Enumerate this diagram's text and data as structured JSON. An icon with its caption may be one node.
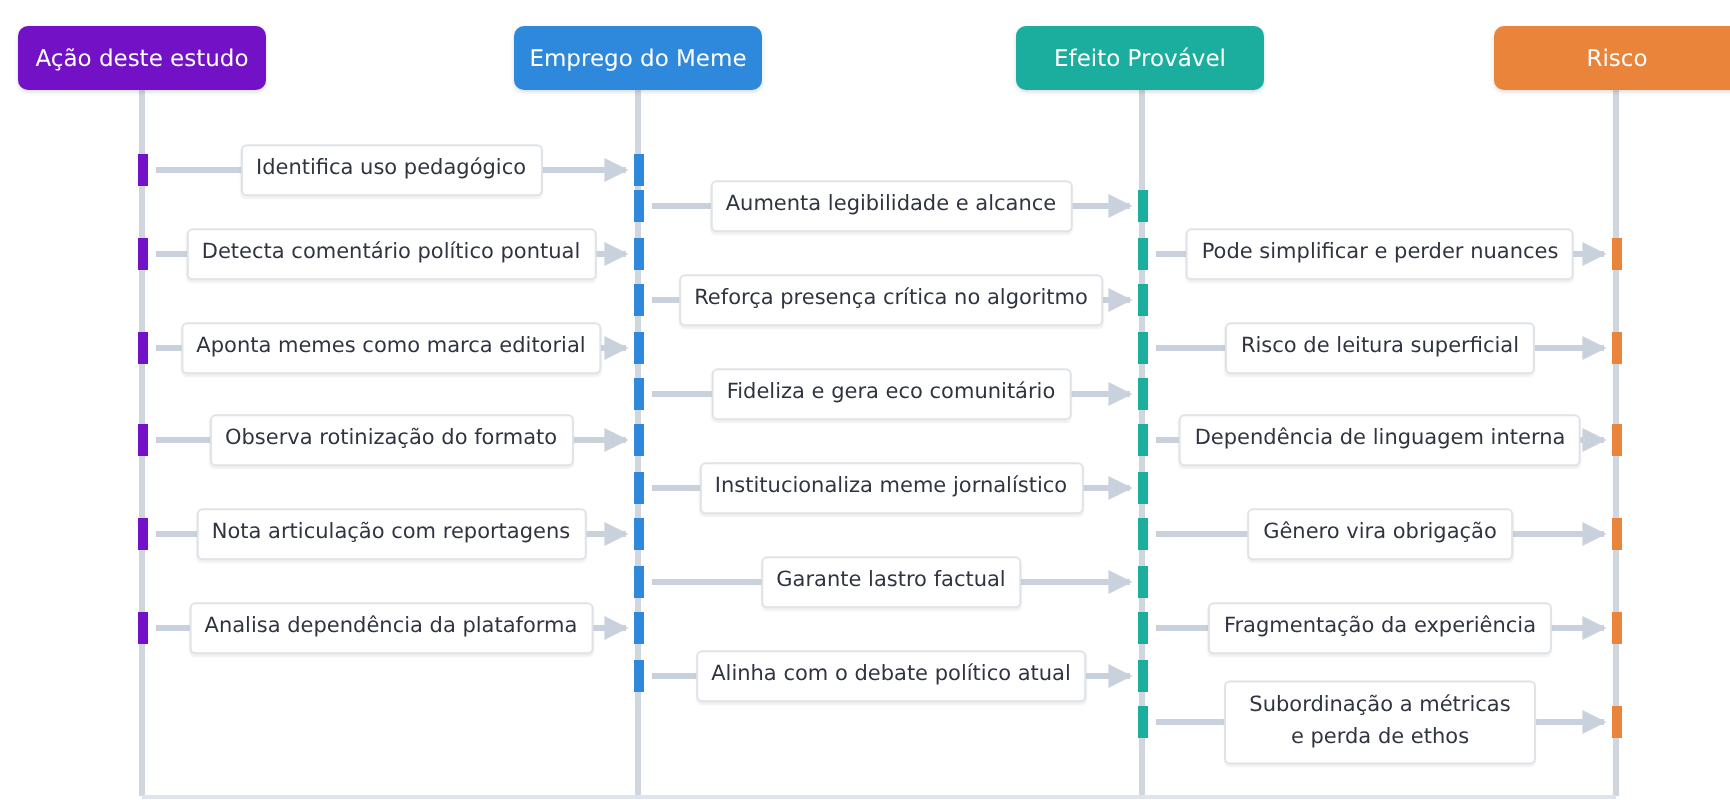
{
  "diagram": {
    "nodes": [
      {
        "text": [
          "Ação deste estudo"
        ]
      },
      {
        "text": [
          "Emprego do Meme"
        ]
      },
      {
        "text": [
          "Efeito Provável"
        ]
      },
      {
        "text": [
          "Risco"
        ]
      },
      {
        "text": [],
        "shape": "bar"
      },
      {
        "text": [],
        "shape": "bar"
      },
      {
        "text": [],
        "shape": "bar"
      },
      {
        "text": [],
        "shape": "bar"
      },
      {
        "text": [],
        "shape": "bar"
      },
      {
        "text": [],
        "shape": "bar"
      },
      {
        "text": [],
        "shape": "bar"
      },
      {
        "text": [],
        "shape": "bar"
      },
      {
        "text": [],
        "shape": "bar"
      },
      {
        "text": [],
        "shape": "bar"
      },
      {
        "text": [],
        "shape": "bar"
      },
      {
        "text": [],
        "shape": "bar"
      },
      {
        "text": [],
        "shape": "bar"
      },
      {
        "text": [],
        "shape": "bar"
      },
      {
        "text": [],
        "shape": "bar"
      },
      {
        "text": [],
        "shape": "bar"
      },
      {
        "text": [],
        "shape": "bar"
      },
      {
        "text": [],
        "shape": "bar"
      },
      {
        "text": [],
        "shape": "bar"
      },
      {
        "text": [],
        "shape": "bar"
      },
      {
        "text": [],
        "shape": "bar"
      },
      {
        "text": [],
        "shape": "bar"
      },
      {
        "text": [],
        "shape": "bar"
      },
      {
        "text": [],
        "shape": "bar"
      },
      {
        "text": [],
        "shape": "bar"
      },
      {
        "text": [],
        "shape": "bar"
      },
      {
        "text": [],
        "shape": "bar"
      },
      {
        "text": [],
        "shape": "bar"
      },
      {
        "text": [],
        "shape": "bar"
      },
      {
        "text": [],
        "shape": "bar"
      },
      {
        "text": [],
        "shape": "bar"
      },
      {
        "text": [],
        "shape": "bar"
      },
      {
        "text": [],
        "shape": "bar"
      },
      {
        "text": [],
        "shape": "bar"
      },
      {
        "text": [],
        "shape": "bar"
      },
      {
        "text": [],
        "shape": "bar"
      }
    ],
    "edges": [
      {
        "from": 4,
        "to": 5,
        "arrow": "to",
        "label": "Identifica uso pedagógico"
      },
      {
        "from": 6,
        "to": 7,
        "arrow": "to",
        "label": "Aumenta legibilidade e alcance"
      },
      {
        "from": 8,
        "to": 9,
        "arrow": "to",
        "label": "Detecta comentário político pontual"
      },
      {
        "from": 10,
        "to": 11,
        "arrow": "to",
        "label": "Pode simplificar e perder nuances"
      },
      {
        "from": 12,
        "to": 13,
        "arrow": "to",
        "label": "Reforça presença crítica no algoritmo"
      },
      {
        "from": 14,
        "to": 15,
        "arrow": "to",
        "label": "Aponta memes como marca editorial"
      },
      {
        "from": 16,
        "to": 17,
        "arrow": "to",
        "label": "Risco de leitura superficial"
      },
      {
        "from": 18,
        "to": 19,
        "arrow": "to",
        "label": "Fideliza e gera eco comunitário"
      },
      {
        "from": 20,
        "to": 21,
        "arrow": "to",
        "label": "Observa rotinização do formato"
      },
      {
        "from": 22,
        "to": 23,
        "arrow": "to",
        "label": "Dependência de linguagem interna"
      },
      {
        "from": 24,
        "to": 25,
        "arrow": "to",
        "label": "Institucionaliza meme jornalístico"
      },
      {
        "from": 26,
        "to": 27,
        "arrow": "to",
        "label": "Nota articulação com reportagens"
      },
      {
        "from": 28,
        "to": 29,
        "arrow": "to",
        "label": "Gênero vira obrigação"
      },
      {
        "from": 30,
        "to": 31,
        "arrow": "to",
        "label": "Garante lastro factual"
      },
      {
        "from": 32,
        "to": 33,
        "arrow": "to",
        "label": "Analisa dependência da plataforma"
      },
      {
        "from": 34,
        "to": 35,
        "arrow": "to",
        "label": "Fragmentação da experiência"
      },
      {
        "from": 36,
        "to": 37,
        "arrow": "to",
        "label": "Alinha com o debate político atual"
      },
      {
        "from": 38,
        "to": 39,
        "arrow": "to",
        "label": "Subordinação a métricas e perda de ethos"
      }
    ]
  }
}
